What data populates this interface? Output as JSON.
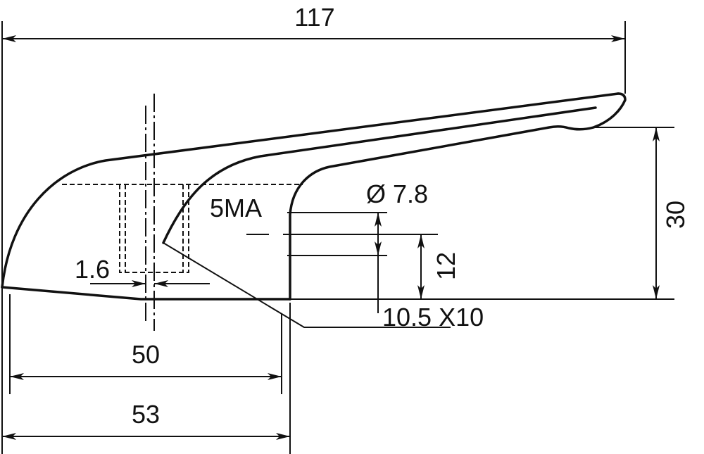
{
  "title": "Lever handle dimension drawing",
  "dimensions": {
    "overall_length": "117",
    "height": "30",
    "inner_height": "12",
    "width_50": "50",
    "width_53": "53",
    "offset": "1.6",
    "bore": "Ø 7.8",
    "thread": "5MA",
    "square": "10.5 X10"
  },
  "colors": {
    "line": "#111111",
    "background": "#ffffff"
  }
}
